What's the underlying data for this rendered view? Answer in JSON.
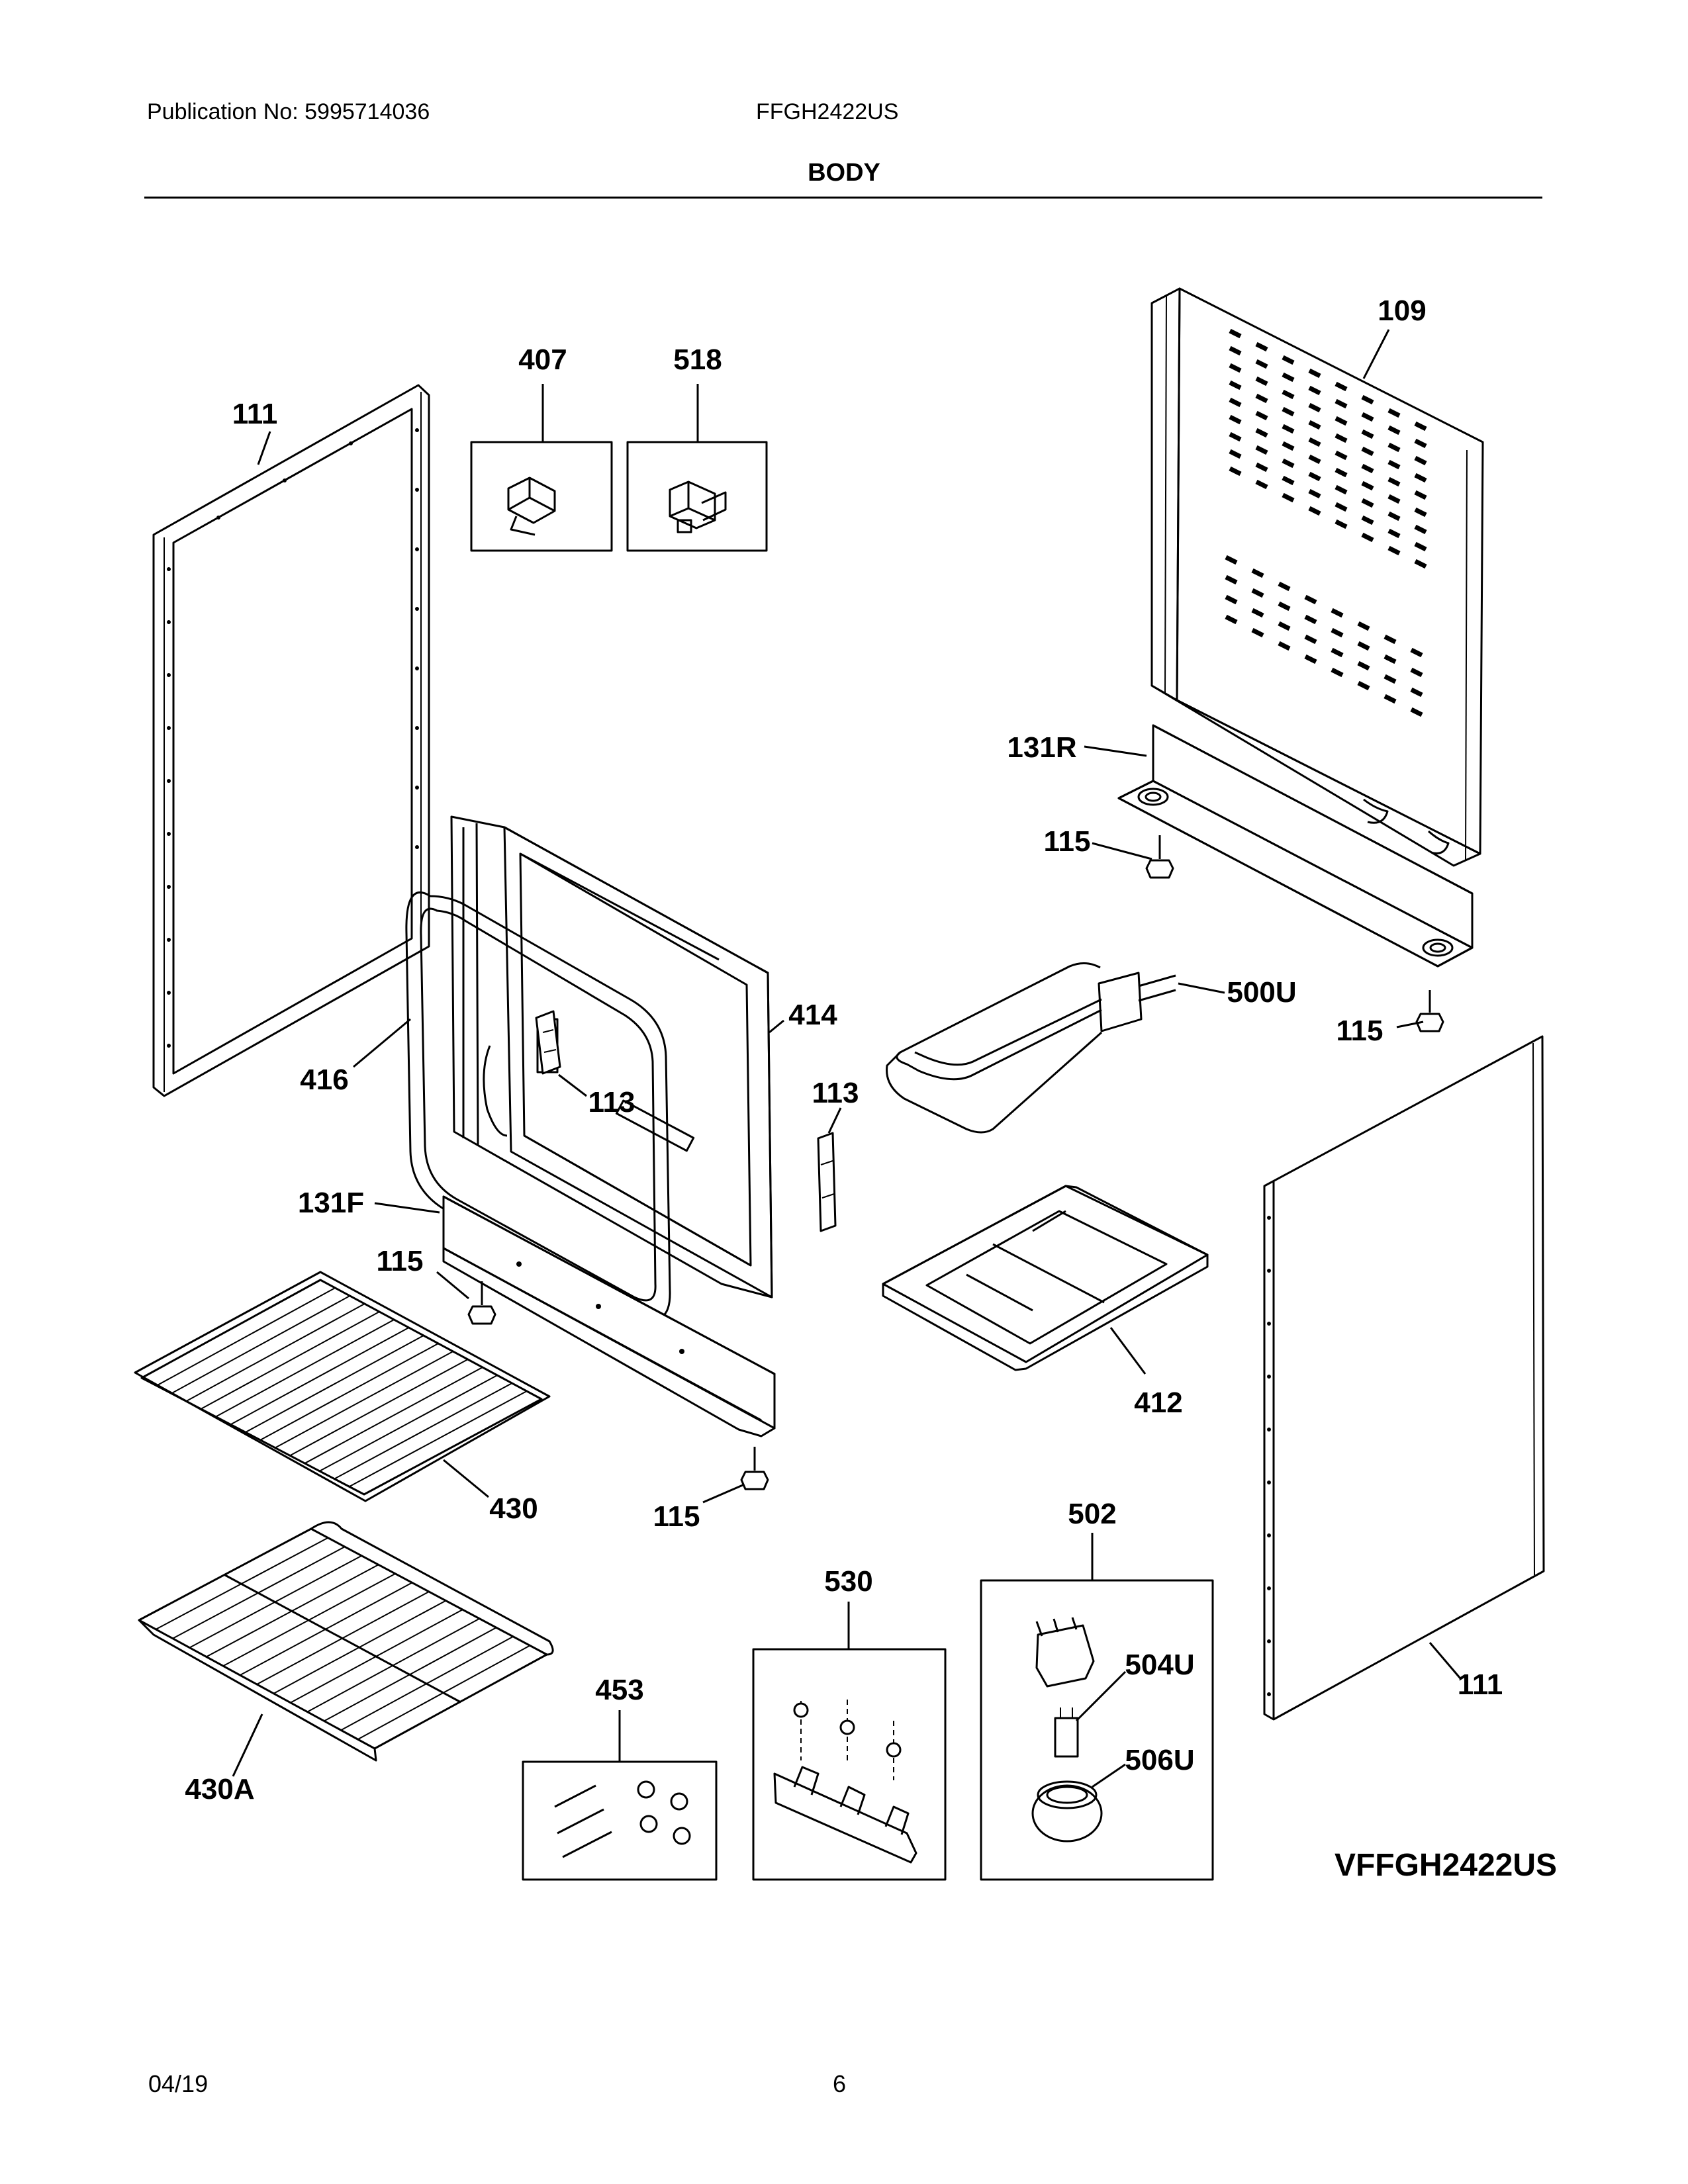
{
  "header": {
    "publication": "Publication No: 5995714036",
    "model": "FFGH2422US",
    "section": "BODY"
  },
  "footer": {
    "date": "04/19",
    "page": "6"
  },
  "diagram": {
    "id": "VFFGH2422US",
    "callouts": {
      "side_panel_left": "111",
      "side_panel_right": "111",
      "rear_panel": "109",
      "clip": "407",
      "bracket": "518",
      "rear_rail": "131R",
      "front_rail": "131F",
      "leveler_rear_left": "115",
      "leveler_rear_right": "115",
      "leveler_front_left": "115",
      "leveler_front_right": "115",
      "oven_liner": "414",
      "door_gasket": "416",
      "hinge_receiver_left": "113",
      "hinge_receiver_right": "113",
      "bake_element": "500U",
      "burner_baffle": "412",
      "rack": "430",
      "rack_alt": "430A",
      "hardware_kit": "453",
      "rack_support_kit": "530",
      "igniter_kit": "502",
      "igniter": "504U",
      "igniter_cap": "506U"
    }
  }
}
